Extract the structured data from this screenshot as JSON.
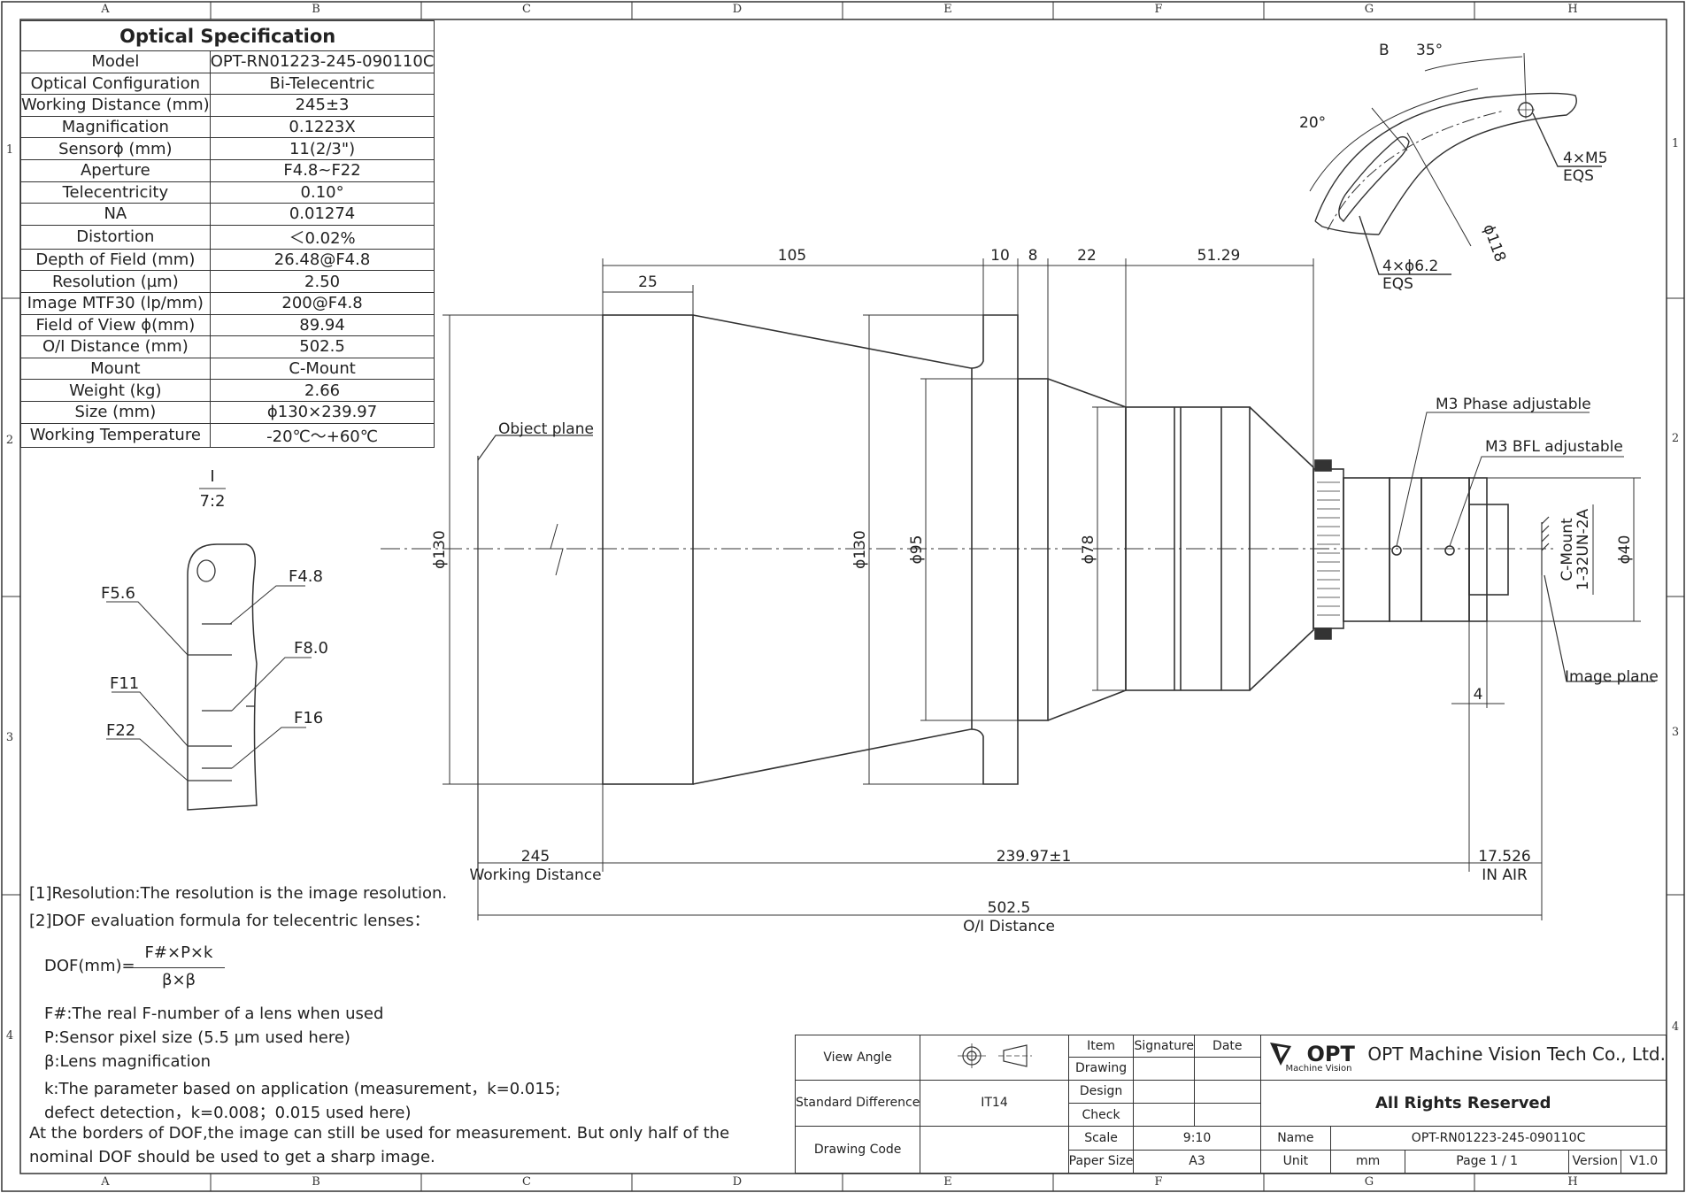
{
  "zones": {
    "columns": [
      "A",
      "B",
      "C",
      "D",
      "E",
      "F",
      "G",
      "H"
    ],
    "rows": [
      "1",
      "2",
      "3",
      "4"
    ]
  },
  "spec": {
    "title": "Optical Specification",
    "rows": [
      {
        "label": "Model",
        "value": "OPT-RN01223-245-090110C"
      },
      {
        "label": "Optical Configuration",
        "value": "Bi-Telecentric"
      },
      {
        "label": "Working Distance (mm)",
        "value": "245±3"
      },
      {
        "label": "Magnification",
        "value": "0.1223X"
      },
      {
        "label": "Sensorϕ (mm)",
        "value": "11(2/3\")"
      },
      {
        "label": "Aperture",
        "value": "F4.8~F22"
      },
      {
        "label": "Telecentricity",
        "value": "0.10°"
      },
      {
        "label": "NA",
        "value": "0.01274"
      },
      {
        "label": "Distortion",
        "value": "＜0.02%"
      },
      {
        "label": "Depth of Field (mm)",
        "value": "26.48@F4.8"
      },
      {
        "label": "Resolution (µm)",
        "value": "2.50"
      },
      {
        "label": "Image MTF30 (lp/mm)",
        "value": "200@F4.8"
      },
      {
        "label": "Field of View ϕ(mm)",
        "value": "89.94"
      },
      {
        "label": "O/I Distance (mm)",
        "value": "502.5"
      },
      {
        "label": "Mount",
        "value": "C-Mount"
      },
      {
        "label": "Weight (kg)",
        "value": "2.66"
      },
      {
        "label": "Size (mm)",
        "value": "ϕ130×239.97"
      },
      {
        "label": "Working Temperature",
        "value": "-20℃～+60℃"
      }
    ]
  },
  "detail": {
    "view_label": "I",
    "scale": "7:2",
    "apertures": [
      "F4.8",
      "F5.6",
      "F8.0",
      "F11",
      "F16",
      "F22"
    ]
  },
  "dimensions": {
    "d105": "105",
    "d25": "25",
    "d10": "10",
    "d8": "8",
    "d22": "22",
    "d5129": "51.29",
    "phi130a": "ϕ130",
    "phi130b": "ϕ130",
    "phi95": "ϕ95",
    "phi78": "ϕ78",
    "phi40": "ϕ40",
    "thread": "1-32UN-2A",
    "mount": "C-Mount",
    "d4": "4",
    "wd": "245",
    "wd_label": "Working Distance",
    "len": "239.97±1",
    "bfl": "17.526",
    "bfl_label": "IN AIR",
    "oi": "502.5",
    "oi_label": "O/I Distance"
  },
  "callouts": {
    "object_plane": "Object plane",
    "image_plane": "Image plane",
    "m3_phase": "M3 Phase adjustable",
    "m3_bfl": "M3 BFL adjustable"
  },
  "view_b": {
    "label": "B",
    "a35": "35°",
    "a20": "20°",
    "m5": "4×M5",
    "m5_eqs": "EQS",
    "hole": "4×ϕ6.2",
    "hole_eqs": "EQS",
    "phi118": "ϕ118"
  },
  "notes": {
    "n1": "[1]Resolution:The resolution is  the image resolution.",
    "n2": "[2]DOF evaluation formula for telecentric lenses：",
    "formula_lhs": "DOF(mm)=",
    "formula_num": "F#×P×k",
    "formula_den": "β×β",
    "l1": "F#:The real F-number of a lens when used",
    "l2": "P:Sensor pixel size (5.5 µm used here)",
    "l3": "β:Lens magnification",
    "l4": "k:The parameter based on application (measurement，k=0.015;",
    "l5": "defect detection，k=0.008；0.015 used here)",
    "l6": "At the borders of DOF,the image can still be used for measurement. But only half of the",
    "l7": "nominal DOF should be used to get a sharp image."
  },
  "title_block": {
    "view_angle": "View Angle",
    "std_diff": "Standard Difference",
    "std_diff_val": "IT14",
    "drawing_code": "Drawing Code",
    "item": "Item",
    "signature": "Signature",
    "date": "Date",
    "drawing": "Drawing",
    "design": "Design",
    "check": "Check",
    "scale": "Scale",
    "scale_val": "9:10",
    "paper": "Paper Size",
    "paper_val": "A3",
    "logo": "OPT",
    "logo_sub": "Machine Vision",
    "company": "OPT Machine Vision Tech Co., Ltd.",
    "rights": "All Rights Reserved",
    "name": "Name",
    "name_val": "OPT-RN01223-245-090110C",
    "unit": "Unit",
    "unit_val": "mm",
    "page": "Page  1 / 1",
    "version": "Version",
    "version_val": "V1.0"
  }
}
